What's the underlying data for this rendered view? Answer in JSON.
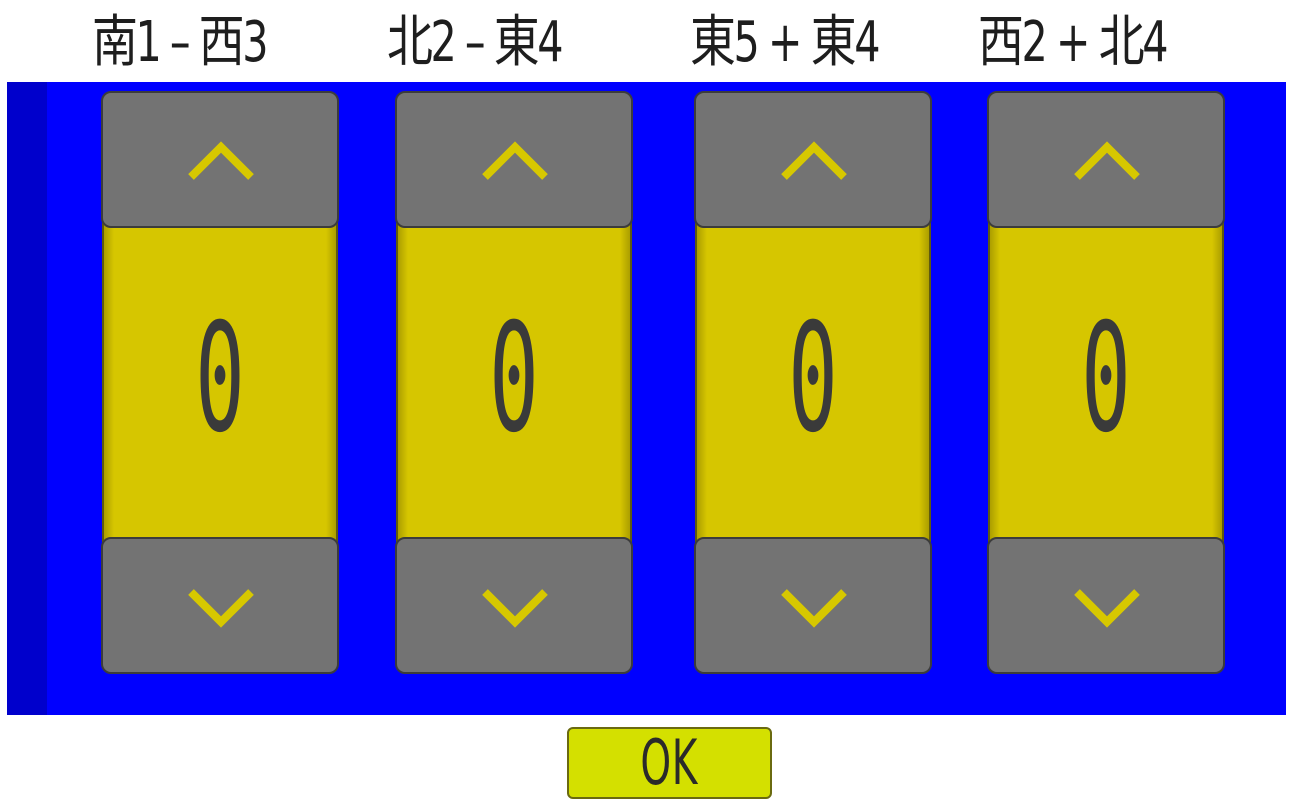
{
  "clues": [
    "南1 – 西3",
    "北2 – 東4",
    "東5 + 東4",
    "西2 + 北4"
  ],
  "dials": [
    {
      "digit": "0",
      "up_icon": "chevron-up-icon",
      "down_icon": "chevron-down-icon"
    },
    {
      "digit": "0",
      "up_icon": "chevron-up-icon",
      "down_icon": "chevron-down-icon"
    },
    {
      "digit": "0",
      "up_icon": "chevron-up-icon",
      "down_icon": "chevron-down-icon"
    },
    {
      "digit": "0",
      "up_icon": "chevron-up-icon",
      "down_icon": "chevron-down-icon"
    }
  ],
  "ok_button": {
    "label": "OK"
  },
  "colors": {
    "panel": "#0000ff",
    "panel_shade": "#0000cc",
    "dial_face": "#d6c600",
    "dial_button": "#737373",
    "arrow": "#d7c800",
    "ok_button": "#d4e000"
  }
}
